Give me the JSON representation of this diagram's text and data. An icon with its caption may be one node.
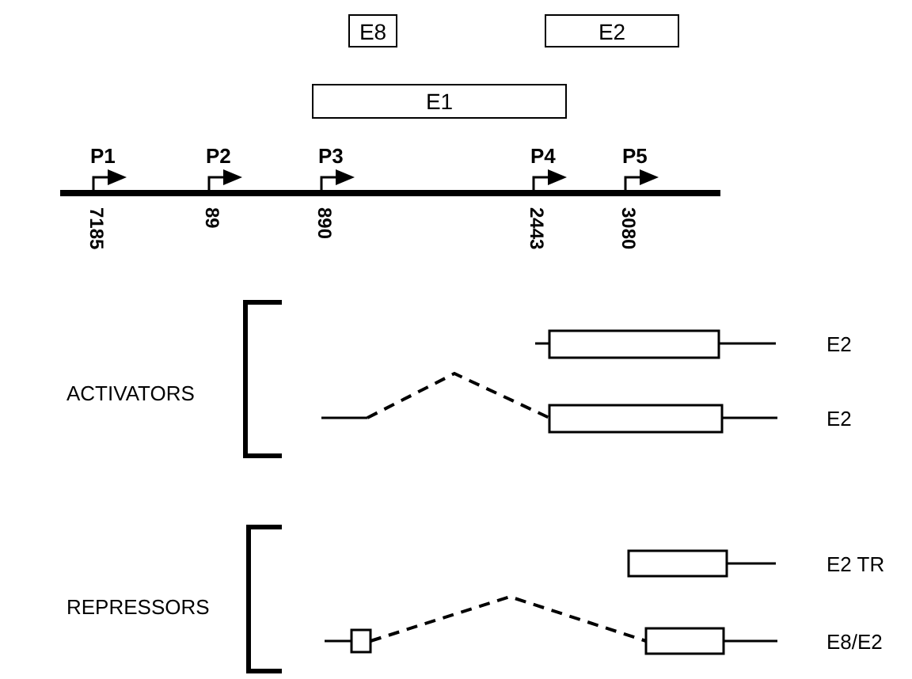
{
  "diagram": {
    "nodes": [
      {
        "text": [
          "E8"
        ]
      },
      {
        "text": [
          "E2"
        ]
      },
      {
        "text": [
          "E1"
        ]
      }
    ],
    "labels": [
      "P1",
      "P2",
      "P3",
      "P4",
      "P5",
      "7185",
      "89",
      "890",
      "2443",
      "3080",
      "E2",
      "ACTIVATORS",
      "E2",
      "E2 TR",
      "REPRESSORS",
      "E8/E2"
    ]
  }
}
